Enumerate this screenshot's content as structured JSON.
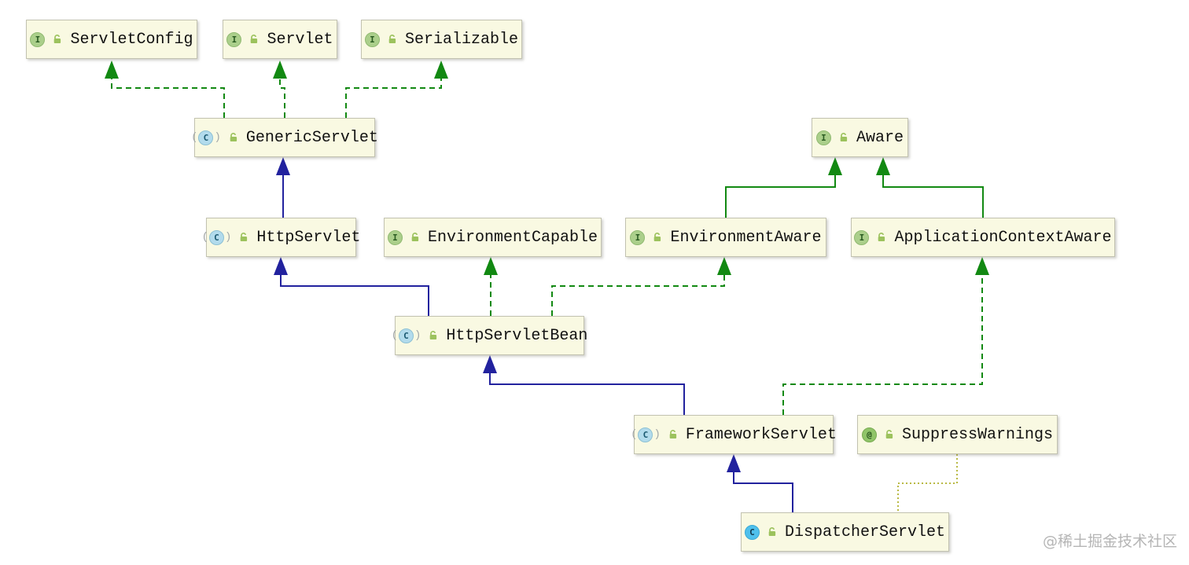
{
  "diagram": {
    "nodes": [
      {
        "id": "servlet-config",
        "label": "ServletConfig",
        "kind": "interface",
        "kind_letter": "I"
      },
      {
        "id": "servlet",
        "label": "Servlet",
        "kind": "interface",
        "kind_letter": "I"
      },
      {
        "id": "serializable",
        "label": "Serializable",
        "kind": "interface",
        "kind_letter": "I"
      },
      {
        "id": "generic-servlet",
        "label": "GenericServlet",
        "kind": "abstract-class",
        "kind_letter": "C"
      },
      {
        "id": "aware",
        "label": "Aware",
        "kind": "interface",
        "kind_letter": "I"
      },
      {
        "id": "http-servlet",
        "label": "HttpServlet",
        "kind": "abstract-class",
        "kind_letter": "C"
      },
      {
        "id": "environment-capable",
        "label": "EnvironmentCapable",
        "kind": "interface",
        "kind_letter": "I"
      },
      {
        "id": "environment-aware",
        "label": "EnvironmentAware",
        "kind": "interface",
        "kind_letter": "I"
      },
      {
        "id": "application-context-aware",
        "label": "ApplicationContextAware",
        "kind": "interface",
        "kind_letter": "I"
      },
      {
        "id": "http-servlet-bean",
        "label": "HttpServletBean",
        "kind": "abstract-class",
        "kind_letter": "C"
      },
      {
        "id": "framework-servlet",
        "label": "FrameworkServlet",
        "kind": "abstract-class",
        "kind_letter": "C"
      },
      {
        "id": "suppress-warnings",
        "label": "SuppressWarnings",
        "kind": "annotation",
        "kind_letter": "@"
      },
      {
        "id": "dispatcher-servlet",
        "label": "DispatcherServlet",
        "kind": "class",
        "kind_letter": "C"
      }
    ],
    "edges": [
      {
        "from": "GenericServlet",
        "to": "ServletConfig",
        "relation": "implements"
      },
      {
        "from": "GenericServlet",
        "to": "Servlet",
        "relation": "implements"
      },
      {
        "from": "GenericServlet",
        "to": "Serializable",
        "relation": "implements"
      },
      {
        "from": "HttpServlet",
        "to": "GenericServlet",
        "relation": "extends"
      },
      {
        "from": "HttpServletBean",
        "to": "HttpServlet",
        "relation": "extends"
      },
      {
        "from": "HttpServletBean",
        "to": "EnvironmentCapable",
        "relation": "implements"
      },
      {
        "from": "HttpServletBean",
        "to": "EnvironmentAware",
        "relation": "implements"
      },
      {
        "from": "EnvironmentAware",
        "to": "Aware",
        "relation": "interface-extends"
      },
      {
        "from": "ApplicationContextAware",
        "to": "Aware",
        "relation": "interface-extends"
      },
      {
        "from": "FrameworkServlet",
        "to": "HttpServletBean",
        "relation": "extends"
      },
      {
        "from": "FrameworkServlet",
        "to": "ApplicationContextAware",
        "relation": "implements"
      },
      {
        "from": "DispatcherServlet",
        "to": "FrameworkServlet",
        "relation": "extends"
      },
      {
        "from": "DispatcherServlet",
        "to": "SuppressWarnings",
        "relation": "annotation"
      }
    ],
    "colors": {
      "extends_edge": "#22229e",
      "implements_edge": "#128912",
      "annotation_edge": "#b9b944",
      "node_fill": "#f9f9e2",
      "node_border": "#c2c2b0",
      "interface_icon": "#abcf8b",
      "abstract_class_icon": "#b2dbec",
      "class_icon": "#4fc0ec",
      "annotation_icon": "#90c468",
      "modifier_icon": "#9cc25d"
    }
  },
  "watermark": {
    "text": "@稀土掘金技术社区"
  }
}
